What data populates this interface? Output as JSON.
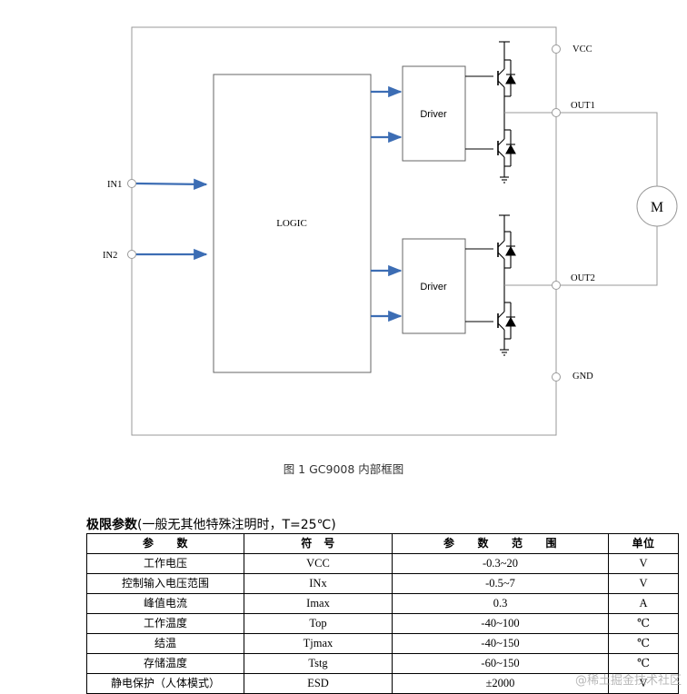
{
  "diagram": {
    "logic_label": "LOGIC",
    "driver1_label": "Driver",
    "driver2_label": "Driver",
    "motor_label": "M",
    "pins": {
      "in1": "IN1",
      "in2": "IN2",
      "vcc": "VCC",
      "out1": "OUT1",
      "out2": "OUT2",
      "gnd": "GND"
    },
    "colors": {
      "arrow": "#3c6db4",
      "line": "#000000",
      "wire": "#999999"
    }
  },
  "caption": "图 1 GC9008  内部框图",
  "table": {
    "title": "极限参数",
    "note": "(一般无其他特殊注明时，T=25℃)",
    "headers": [
      "参　　数",
      "符　号",
      "参　　数　　范　　围",
      "单位"
    ],
    "rows": [
      [
        "工作电压",
        "VCC",
        "-0.3~20",
        "V"
      ],
      [
        "控制输入电压范围",
        "INx",
        "-0.5~7",
        "V"
      ],
      [
        "峰值电流",
        "Imax",
        "0.3",
        "A"
      ],
      [
        "工作温度",
        "Top",
        "-40~100",
        "℃"
      ],
      [
        "结温",
        "Tjmax",
        "-40~150",
        "℃"
      ],
      [
        "存储温度",
        "Tstg",
        "-60~150",
        "℃"
      ],
      [
        "静电保护（人体模式）",
        "ESD",
        "±2000",
        "V"
      ]
    ]
  },
  "watermark": "@稀土掘金技术社区"
}
